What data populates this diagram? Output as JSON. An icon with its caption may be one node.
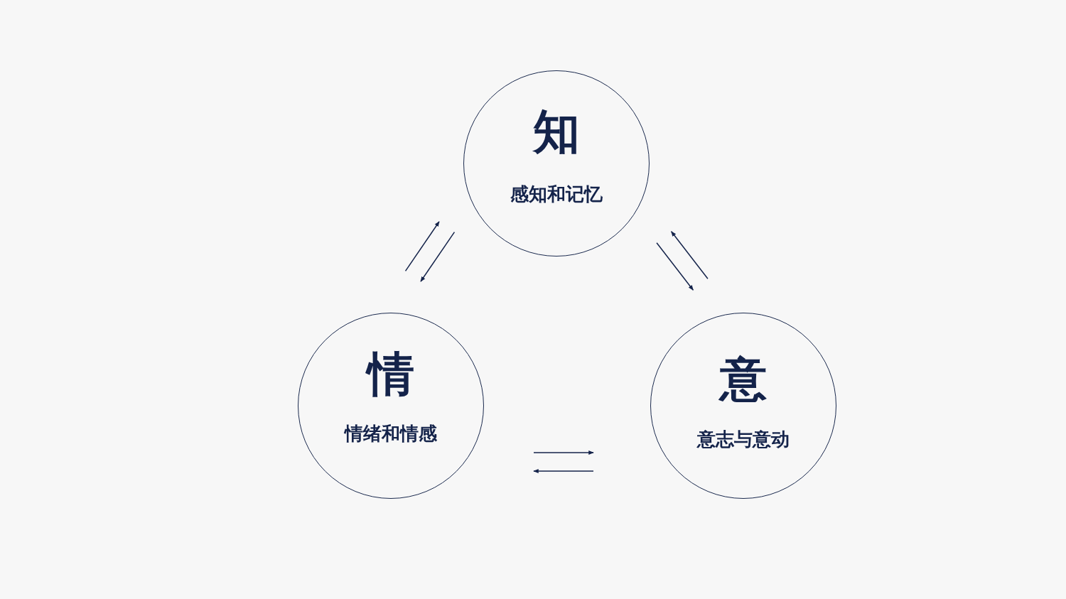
{
  "diagram": {
    "nodes": [
      {
        "text": [
          "知",
          "感知和记忆"
        ]
      },
      {
        "text": [
          "情",
          "情绪和情感"
        ]
      },
      {
        "text": [
          "意",
          "意志与意动"
        ]
      }
    ],
    "edges": [
      {
        "from": 1,
        "to": 0,
        "arrow": "to"
      },
      {
        "from": 0,
        "to": 1,
        "arrow": "to"
      },
      {
        "from": 0,
        "to": 2,
        "arrow": "to"
      },
      {
        "from": 2,
        "to": 0,
        "arrow": "to"
      },
      {
        "from": 1,
        "to": 2,
        "arrow": "to"
      },
      {
        "from": 2,
        "to": 1,
        "arrow": "to"
      }
    ]
  }
}
